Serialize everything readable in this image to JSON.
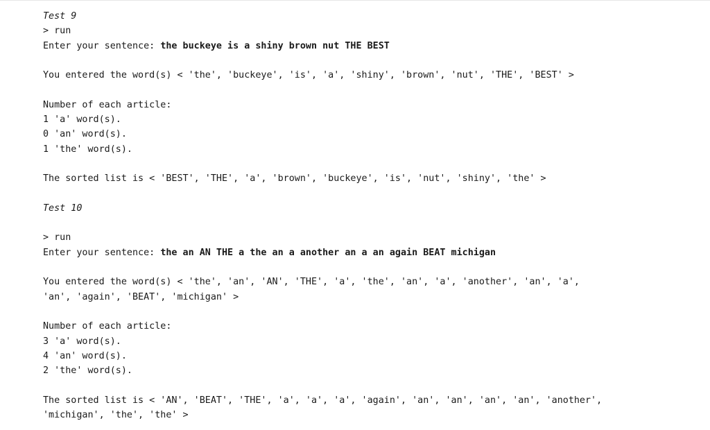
{
  "test9": {
    "heading": "Test 9",
    "command": "> run",
    "prompt": "Enter your sentence: ",
    "sentence": "the buckeye is a shiny brown nut THE BEST",
    "entered": "You entered the word(s) < 'the', 'buckeye', 'is', 'a', 'shiny', 'brown', 'nut', 'THE', 'BEST' >",
    "counts_title": "Number of each article:",
    "count_a": "1 'a' word(s).",
    "count_an": "0 'an' word(s).",
    "count_the": "1 'the' word(s).",
    "sorted": "The sorted list is < 'BEST', 'THE', 'a', 'brown', 'buckeye', 'is', 'nut', 'shiny', 'the' >"
  },
  "test10": {
    "heading": "Test 10",
    "command": "> run",
    "prompt": "Enter your sentence: ",
    "sentence": "the an AN THE a the an a another an a an again BEAT michigan",
    "entered_line1": "You entered the word(s) < 'the', 'an', 'AN', 'THE', 'a', 'the', 'an', 'a', 'another', 'an', 'a',",
    "entered_line2": "'an', 'again', 'BEAT', 'michigan' >",
    "counts_title": "Number of each article:",
    "count_a": "3 'a' word(s).",
    "count_an": "4 'an' word(s).",
    "count_the": "2 'the' word(s).",
    "sorted_line1": "The sorted list is < 'AN', 'BEAT', 'THE', 'a', 'a', 'a', 'again', 'an', 'an', 'an', 'an', 'another',",
    "sorted_line2": "'michigan', 'the', 'the' >"
  }
}
